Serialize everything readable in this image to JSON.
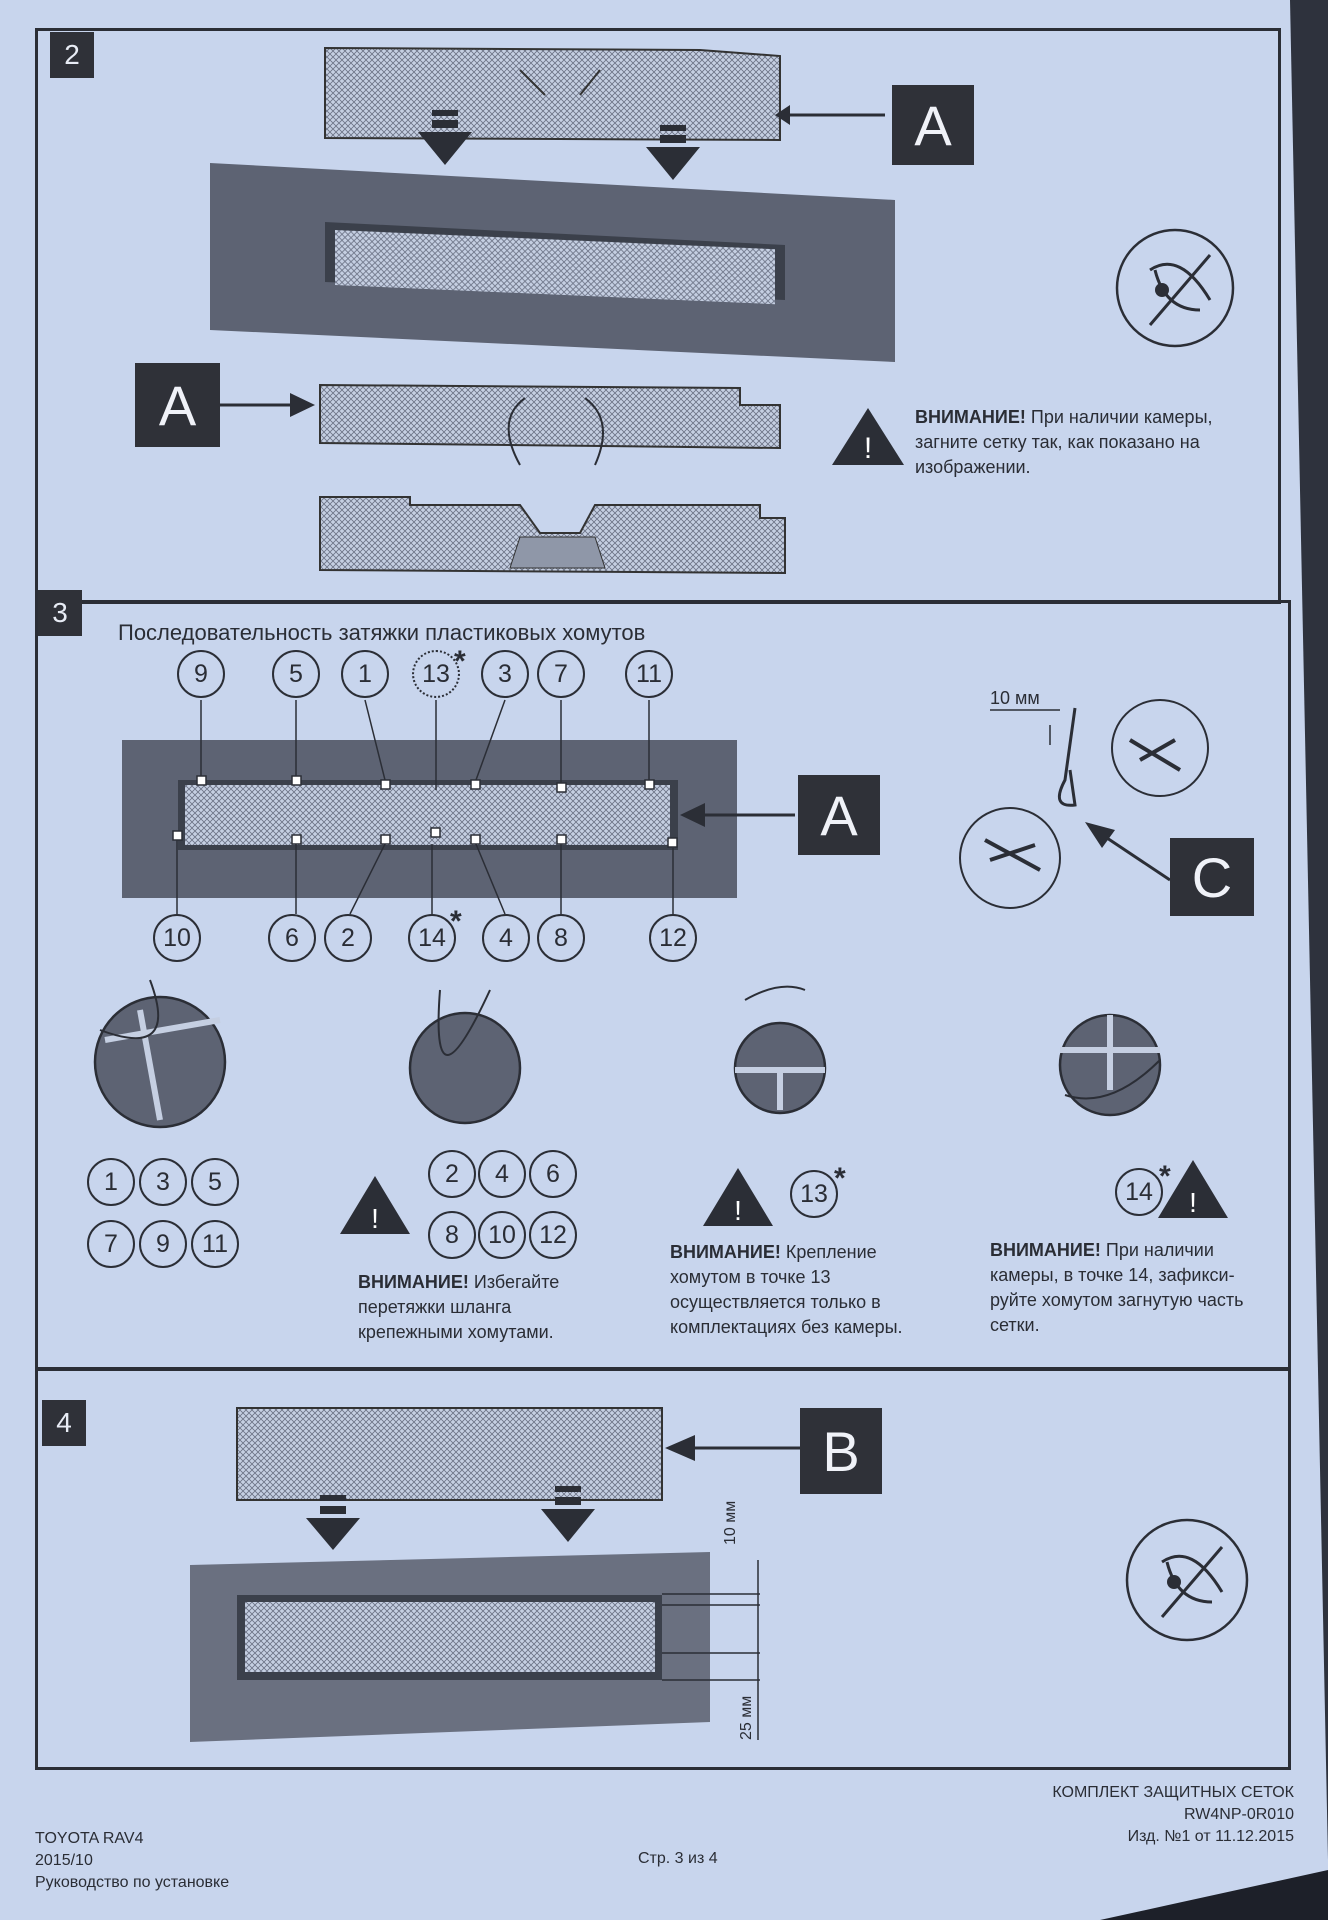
{
  "section2": {
    "number": "2",
    "label_a_top": "A",
    "label_a_left": "A",
    "warning_title": "ВНИМАНИЕ!",
    "warning_text": "При наличии камеры, загните сетку так, как показано на изображении."
  },
  "section3": {
    "number": "3",
    "title": "Последовательность затяжки пластиковых хомутов",
    "label_a": "A",
    "label_c": "C",
    "dimension": "10 мм",
    "top_points": [
      "9",
      "5",
      "1",
      "13",
      "3",
      "7",
      "11"
    ],
    "bottom_points": [
      "10",
      "6",
      "2",
      "14",
      "4",
      "8",
      "12"
    ],
    "asterisk": "*",
    "group1": [
      "1",
      "3",
      "5",
      "7",
      "9",
      "11"
    ],
    "group2": [
      "2",
      "4",
      "6",
      "8",
      "10",
      "12"
    ],
    "point13": "13",
    "point14": "14",
    "warn1_title": "ВНИМАНИЕ!",
    "warn1_text": "Избегайте перетяжки шланга крепежными хомутами.",
    "warn2_title": "ВНИМАНИЕ!",
    "warn2_text": "Крепление хомутом в точке 13 осуществляется только в комплектациях без камеры.",
    "warn3_title": "ВНИМАНИЕ!",
    "warn3_text": "При наличии камеры, в точке 14, зафикси-руйте хомутом загнутую часть сетки."
  },
  "section4": {
    "number": "4",
    "label_b": "B",
    "dim_top": "10 мм",
    "dim_bottom": "25 мм"
  },
  "footer": {
    "model": "TOYOTA RAV4",
    "date": "2015/10",
    "doc": "Руководство по установке",
    "page": "Стр. 3 из 4",
    "kit": "КОМПЛЕКТ ЗАЩИТНЫХ СЕТОК",
    "code": "RW4NP-0R010",
    "edition": "Изд. №1 от 11.12.2015"
  }
}
